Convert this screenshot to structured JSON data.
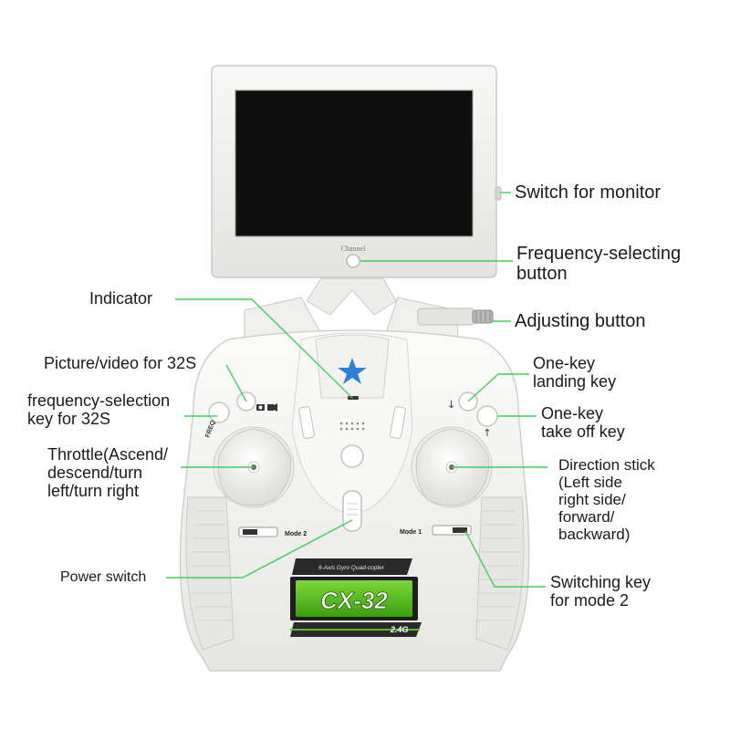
{
  "colors": {
    "leader_line": "#3fd15a",
    "device_body": "#f4f4f2",
    "screen": "#111111",
    "brand_panel": "#56c21f",
    "star": "#2f7fd6"
  },
  "device": {
    "screen_caption": "Channel",
    "mode_left_label": "Mode 2",
    "mode_right_label": "Mode 1",
    "freq_label": "FREQ",
    "product_tagline": "6-Axis Gyro Quad-copter",
    "product_name": "CX-32",
    "product_band": "2.4G",
    "icons": [
      "camera-icon",
      "video-icon",
      "star-logo-icon",
      "arrow-down-icon",
      "arrow-up-icon"
    ]
  },
  "callouts": {
    "switch_monitor": {
      "lines": [
        "Switch for monitor"
      ]
    },
    "frequency_button": {
      "lines": [
        "Frequency-selecting",
        "button"
      ]
    },
    "indicator": {
      "lines": [
        "Indicator"
      ]
    },
    "adjusting_button": {
      "lines": [
        "Adjusting button"
      ]
    },
    "picture_video": {
      "lines": [
        "Picture/video for 32S"
      ]
    },
    "one_key_landing": {
      "lines": [
        "One-key",
        "landing key"
      ]
    },
    "freq_selection_32s": {
      "lines": [
        "frequency-selection",
        "key for 32S"
      ]
    },
    "one_key_takeoff": {
      "lines": [
        "One-key",
        "take off key"
      ]
    },
    "throttle": {
      "lines": [
        "Throttle(Ascend/",
        "descend/turn",
        "left/turn right"
      ]
    },
    "direction_stick": {
      "lines": [
        "Direction stick",
        "(Left side",
        "right side/",
        "forward/",
        "backward)"
      ]
    },
    "power_switch": {
      "lines": [
        "Power switch"
      ]
    },
    "switching_key": {
      "lines": [
        "Switching key",
        "for mode 2"
      ]
    }
  }
}
